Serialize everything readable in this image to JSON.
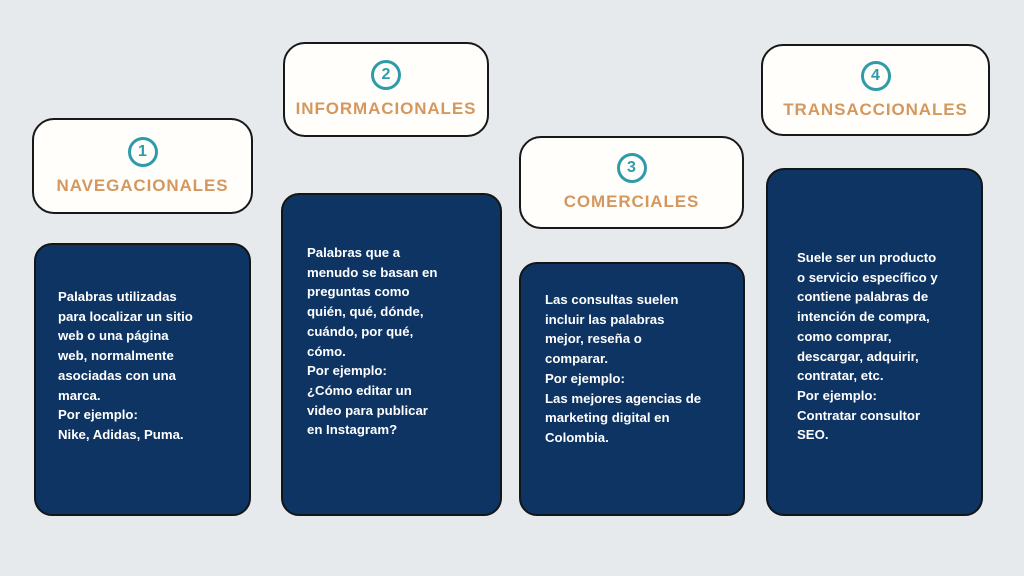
{
  "background_color": "#e7eaed",
  "palette": {
    "card_dark": "#0e3463",
    "card_light": "#fffefb",
    "title_orange": "#d4985e",
    "badge_teal": "#2e9ca8",
    "outline": "#17181a",
    "body_text": "#ffffff"
  },
  "cards": [
    {
      "number": "1",
      "title": "NAVEGACIONALES",
      "body": "Palabras utilizadas\npara localizar un sitio\nweb o una página\nweb, normalmente\nasociadas con una\nmarca.\nPor ejemplo:\nNike, Adidas, Puma."
    },
    {
      "number": "2",
      "title": "INFORMACIONALES",
      "body": "Palabras que a\nmenudo se basan en\npreguntas como\nquién, qué, dónde,\ncuándo, por qué,\ncómo.\nPor ejemplo:\n¿Cómo editar un\nvideo para publicar\nen Instagram?"
    },
    {
      "number": "3",
      "title": "COMERCIALES",
      "body": "Las consultas suelen\nincluir  las palabras\nmejor, reseña o\ncomparar.\nPor ejemplo:\nLas mejores agencias de\nmarketing digital en\nColombia."
    },
    {
      "number": "4",
      "title": "TRANSACCIONALES",
      "body": "Suele ser un producto\no servicio específico y\ncontiene palabras de\nintención de compra,\ncomo comprar,\ndescargar, adquirir,\ncontratar, etc.\nPor ejemplo:\nContratar consultor\nSEO."
    }
  ]
}
